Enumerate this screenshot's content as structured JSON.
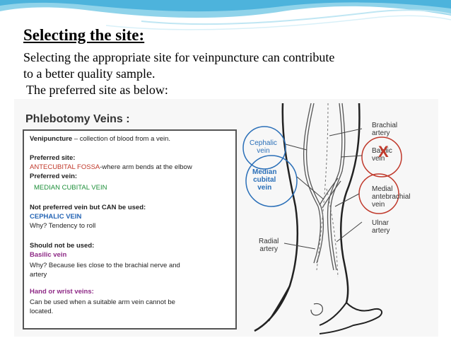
{
  "slide": {
    "heading": "Selecting the site:",
    "line1": "Selecting the appropriate site for veinpuncture can contribute",
    "line2": "to a better quality sample.",
    "line3": "The preferred site as below:"
  },
  "figure": {
    "title": "Phlebotomy Veins :",
    "venipuncture_term": "Venipuncture",
    "venipuncture_def": " – collection of blood from a vein.",
    "preferred_site_label": "Preferred site:",
    "preferred_site_value": "ANTECUBITAL FOSSA",
    "preferred_site_desc": "-where arm bends at the elbow",
    "preferred_vein_label": "Preferred vein:",
    "preferred_vein_value": "MEDIAN CUBITAL VEIN",
    "not_preferred_label": "Not preferred vein but CAN be used:",
    "not_preferred_value": "CEPHALIC VEIN",
    "not_preferred_why": "Why? Tendency to roll",
    "should_not_label": "Should not be used:",
    "should_not_value": "Basilic vein",
    "should_not_why_1": "Why?  Because lies close to the brachial nerve and",
    "should_not_why_2": "artery",
    "hand_label": "Hand or wrist veins:",
    "hand_desc_1": "Can be used when a suitable arm vein cannot be",
    "hand_desc_2": "located."
  },
  "diagram": {
    "cephalic_1": "Cephalic",
    "cephalic_2": "vein",
    "median_1": "Median",
    "median_2": "cubital",
    "median_3": "vein",
    "brachial_1": "Brachial",
    "brachial_2": "artery",
    "basilic_1": "Basilic",
    "basilic_2": "vein",
    "cross_mark": "X",
    "medial_1": "Medial",
    "medial_2": "antebrachial",
    "medial_3": "vein",
    "ulnar_1": "Ulnar",
    "ulnar_2": "artery",
    "radial_1": "Radial",
    "radial_2": "artery"
  }
}
